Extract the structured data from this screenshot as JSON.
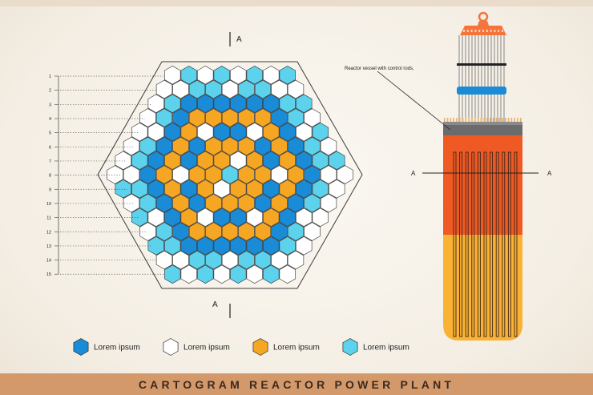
{
  "title": "CARTOGRAM REACTOR POWER PLANT",
  "section_marker": "A",
  "row_numbers": [
    "1",
    "2",
    "3",
    "4",
    "5",
    "6",
    "7",
    "8",
    "9",
    "10",
    "11",
    "12",
    "13",
    "14",
    "15"
  ],
  "vessel_label": "Reactor vessel with control rods,",
  "legend": [
    {
      "label": "Lorem ipsum",
      "color": "#1a8bd6"
    },
    {
      "label": "Lorem ipsum",
      "color": "#ffffff"
    },
    {
      "label": "Lorem ipsum",
      "color": "#f5a623"
    },
    {
      "label": "Lorem ipsum",
      "color": "#5cd2ec"
    }
  ],
  "colors": {
    "blue": "#1a8bd6",
    "white": "#ffffff",
    "orange": "#f5a623",
    "cyan": "#5cd2ec",
    "vessel_upper": "#ef5a24",
    "vessel_lower": "#f9b234",
    "cap": "#f4743b",
    "footer": "#d4996a"
  }
}
